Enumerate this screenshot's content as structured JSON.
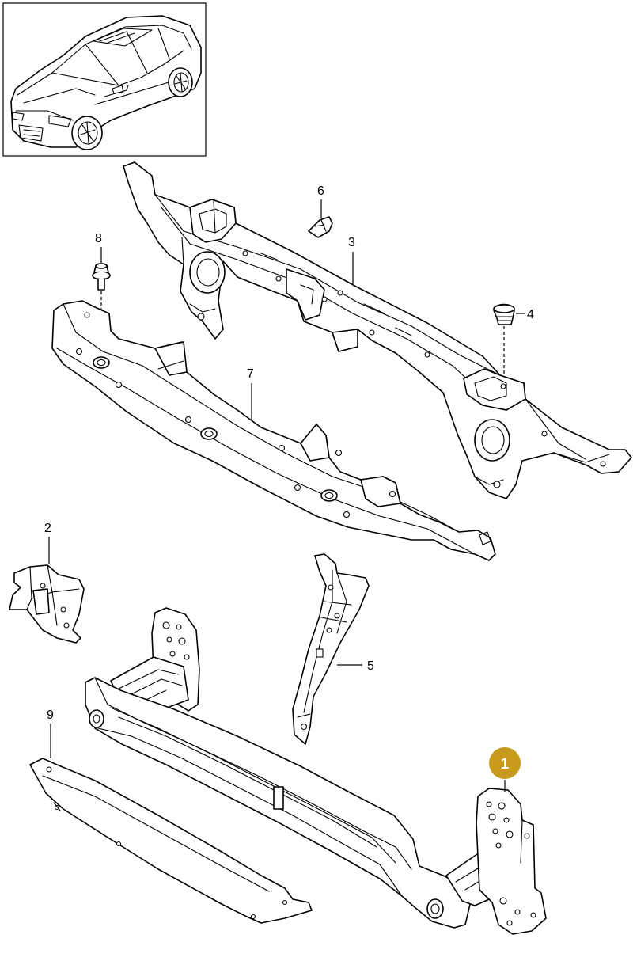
{
  "diagram": {
    "callouts": [
      {
        "id": "1",
        "label": "1",
        "highlighted": true
      },
      {
        "id": "2",
        "label": "2"
      },
      {
        "id": "3",
        "label": "3"
      },
      {
        "id": "4",
        "label": "4"
      },
      {
        "id": "5",
        "label": "5"
      },
      {
        "id": "6",
        "label": "6"
      },
      {
        "id": "7",
        "label": "7"
      },
      {
        "id": "8",
        "label": "8"
      },
      {
        "id": "9",
        "label": "9"
      }
    ],
    "colors": {
      "line": "#000000",
      "background": "#ffffff",
      "highlight_badge": "#c79a1b",
      "highlight_text": "#ffffff"
    }
  }
}
